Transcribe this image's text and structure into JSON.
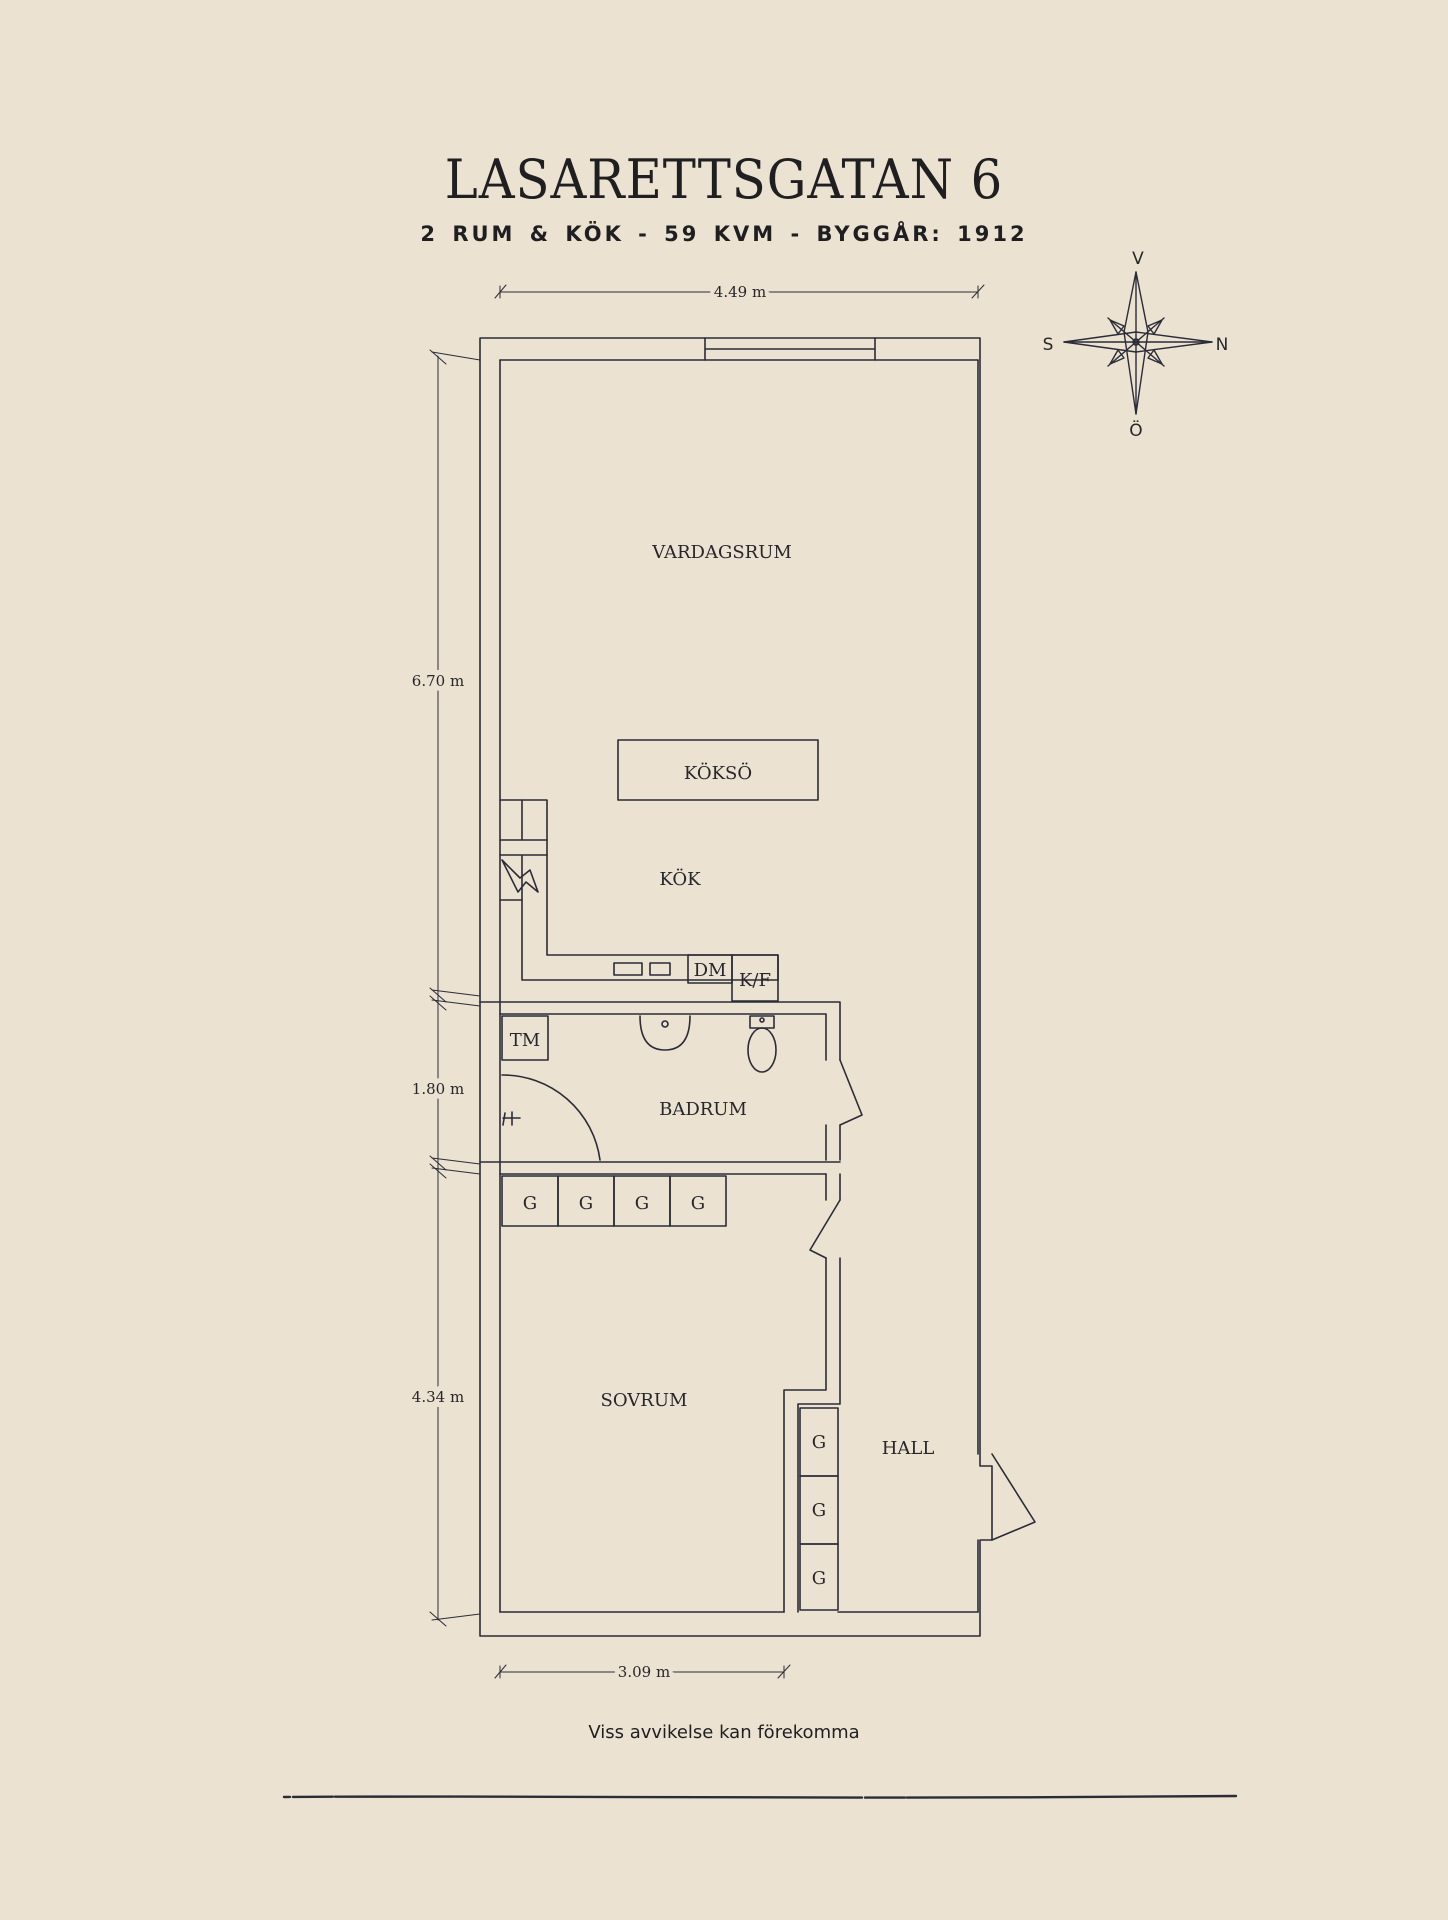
{
  "header": {
    "title": "LASARETTSGATAN 6",
    "subtitle": "2 RUM & KÖK  -  59 KVM  -  BYGGÅR: 1912"
  },
  "plan": {
    "rooms": {
      "vardagsrum": "VARDAGSRUM",
      "koksoe": "KÖKSÖ",
      "kok": "KÖK",
      "badrum": "BADRUM",
      "sovrum": "SOVRUM",
      "hall": "HALL"
    },
    "fixtures": {
      "dm": "DM",
      "kf": "K/F",
      "tm": "TM",
      "wardrobe": "G"
    },
    "dimensions": {
      "top_width": "4.49 m",
      "bottom_width": "3.09 m",
      "height_living": "6.70 m",
      "height_bath": "1.80 m",
      "height_bedroom": "4.34 m"
    },
    "compass": {
      "north": "N",
      "south": "S",
      "west": "V",
      "east": "Ö"
    }
  },
  "footer": {
    "disclaimer": "Viss avvikelse kan förekomma"
  },
  "colors": {
    "background": "#ebe2d1",
    "ink": "#2a2c38"
  }
}
